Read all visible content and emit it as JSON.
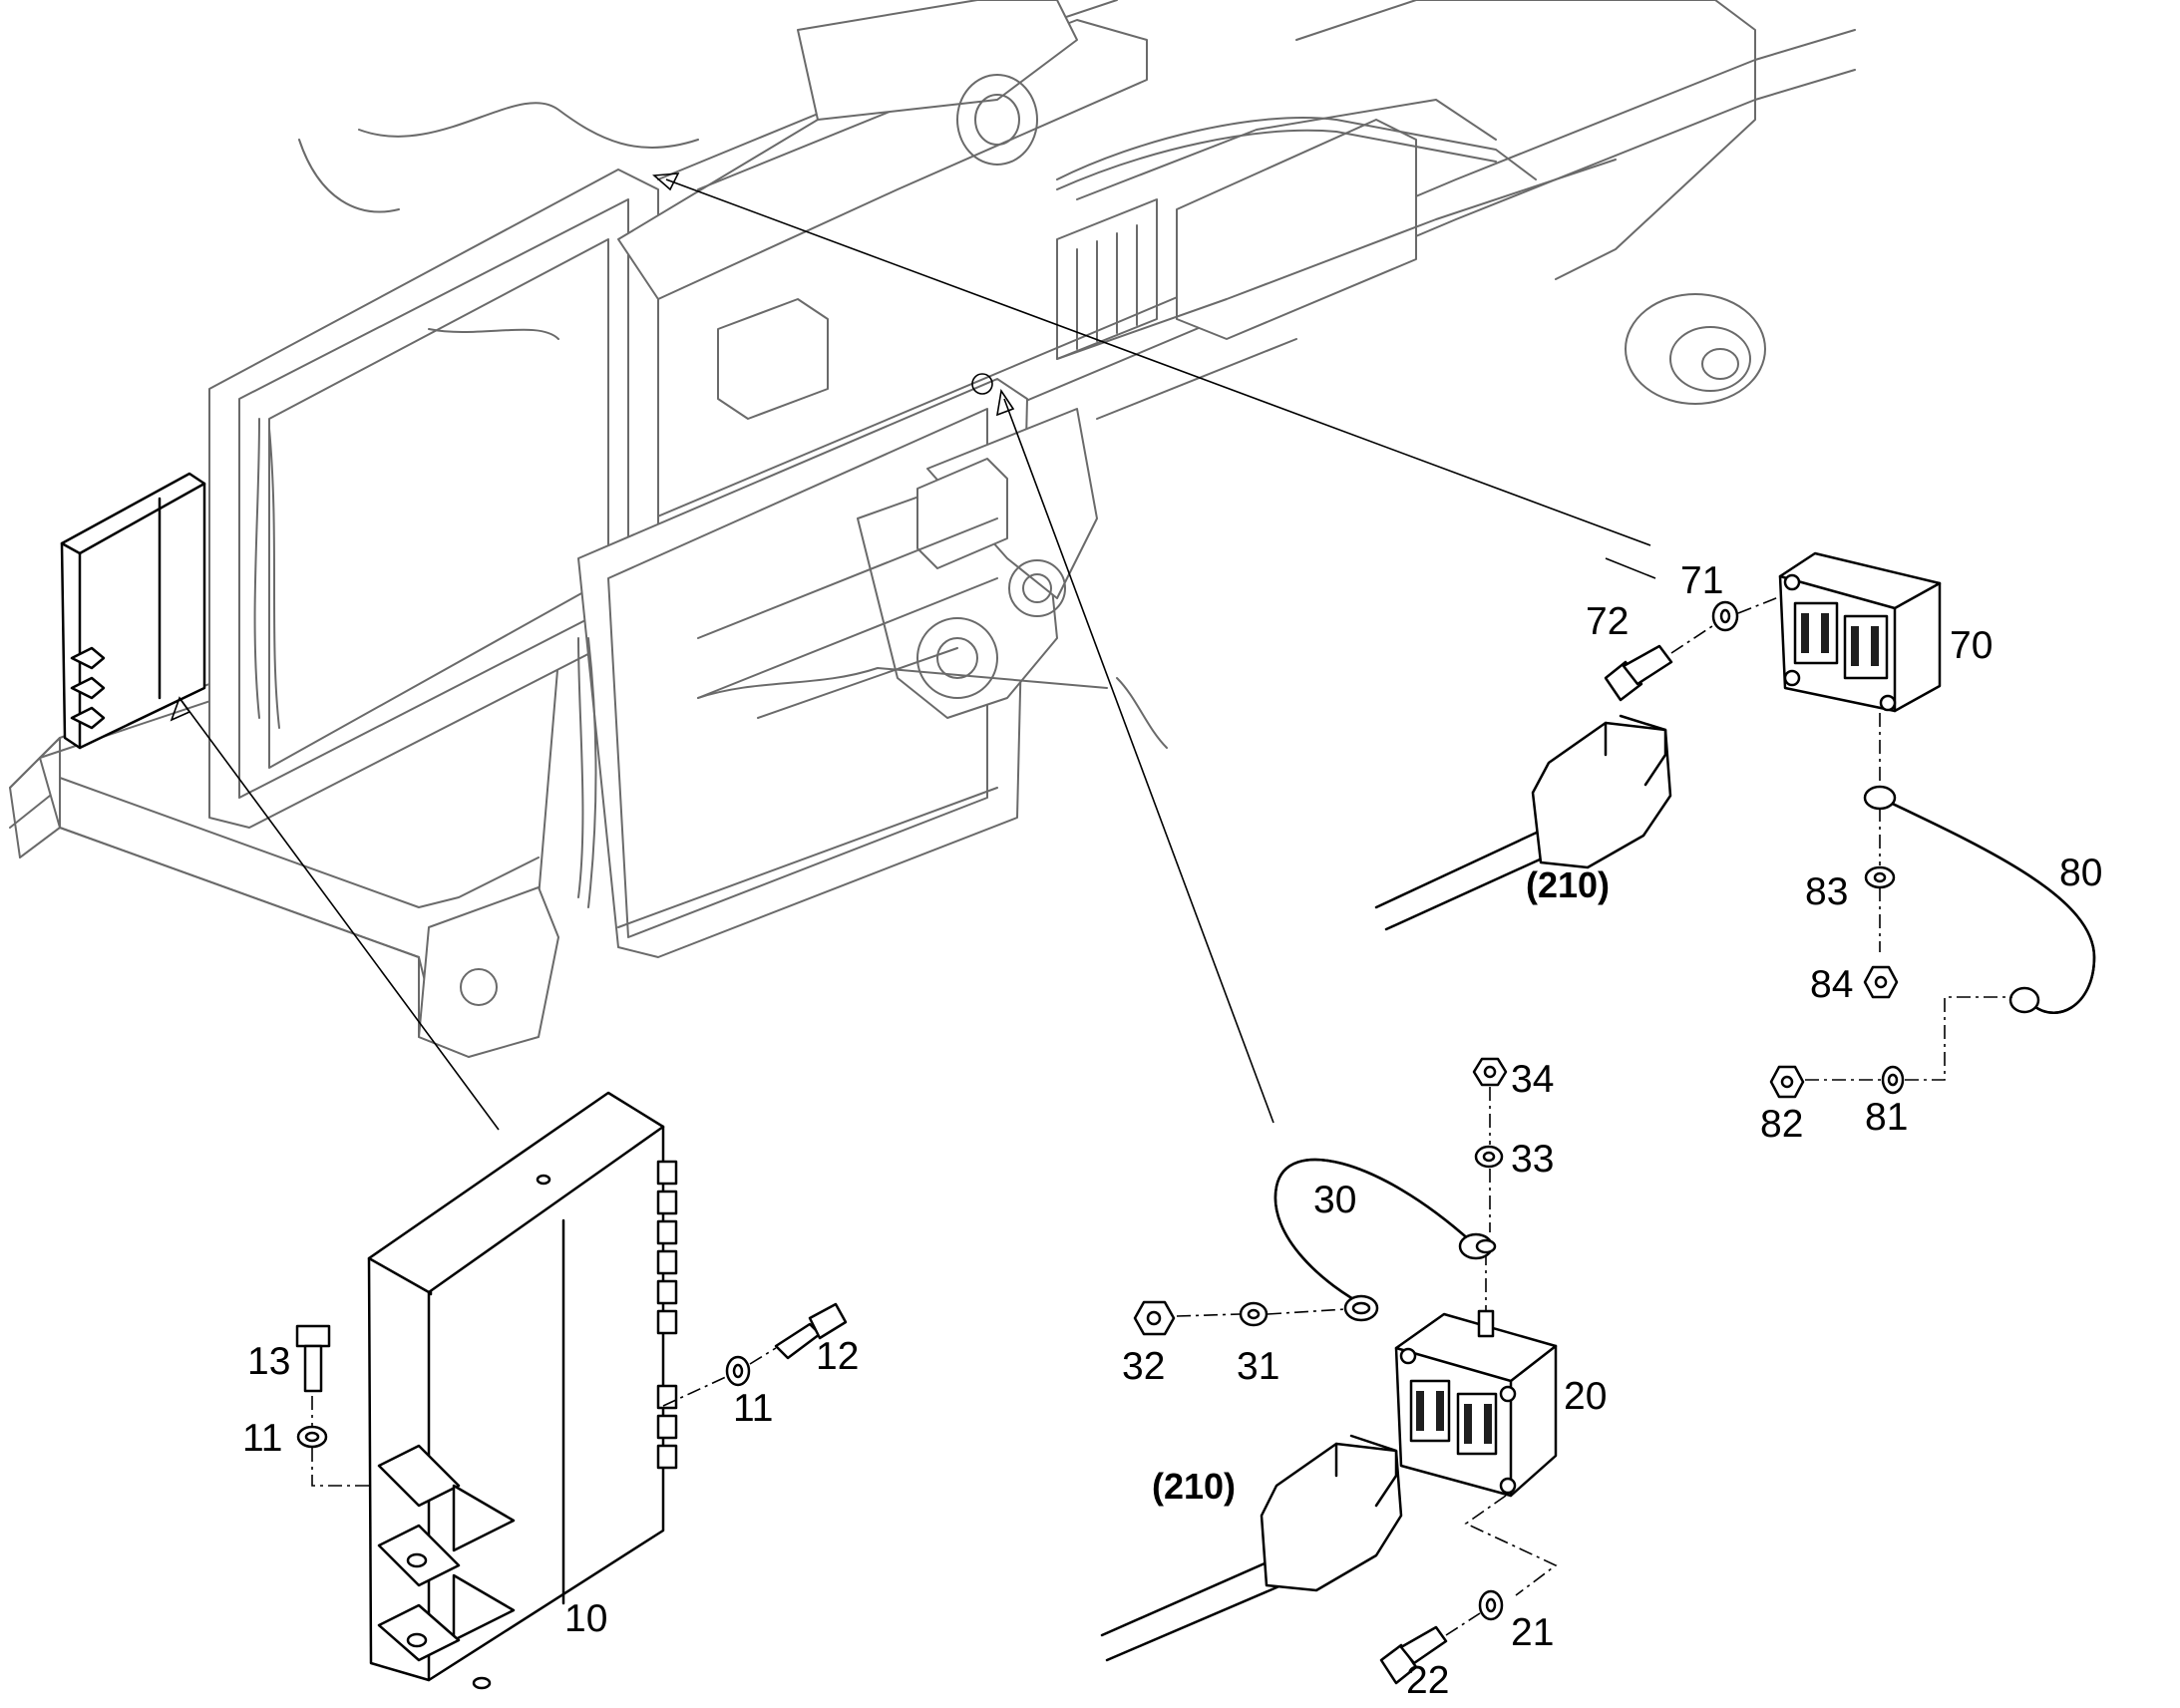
{
  "diagram": {
    "callouts": [
      {
        "id": "c10",
        "text": "10"
      },
      {
        "id": "c11a",
        "text": "11"
      },
      {
        "id": "c11b",
        "text": "11"
      },
      {
        "id": "c12",
        "text": "12"
      },
      {
        "id": "c13",
        "text": "13"
      },
      {
        "id": "c20",
        "text": "20"
      },
      {
        "id": "c21",
        "text": "21"
      },
      {
        "id": "c22",
        "text": "22"
      },
      {
        "id": "c30",
        "text": "30"
      },
      {
        "id": "c31",
        "text": "31"
      },
      {
        "id": "c32",
        "text": "32"
      },
      {
        "id": "c33",
        "text": "33"
      },
      {
        "id": "c34",
        "text": "34"
      },
      {
        "id": "c70",
        "text": "70"
      },
      {
        "id": "c71",
        "text": "71"
      },
      {
        "id": "c72",
        "text": "72"
      },
      {
        "id": "c80",
        "text": "80"
      },
      {
        "id": "c81",
        "text": "81"
      },
      {
        "id": "c82",
        "text": "82"
      },
      {
        "id": "c83",
        "text": "83"
      },
      {
        "id": "c84",
        "text": "84"
      }
    ],
    "harness_refs": [
      {
        "id": "r210a",
        "text": "(210)"
      },
      {
        "id": "r210b",
        "text": "(210)"
      }
    ],
    "components": [
      {
        "id": "ecu-10",
        "icon": "control-unit-icon"
      },
      {
        "id": "module-20",
        "icon": "connector-module-icon"
      },
      {
        "id": "module-70",
        "icon": "connector-module-icon"
      },
      {
        "id": "ground-strap-30",
        "icon": "ground-cable-icon"
      },
      {
        "id": "ground-strap-80",
        "icon": "ground-cable-icon"
      }
    ]
  }
}
